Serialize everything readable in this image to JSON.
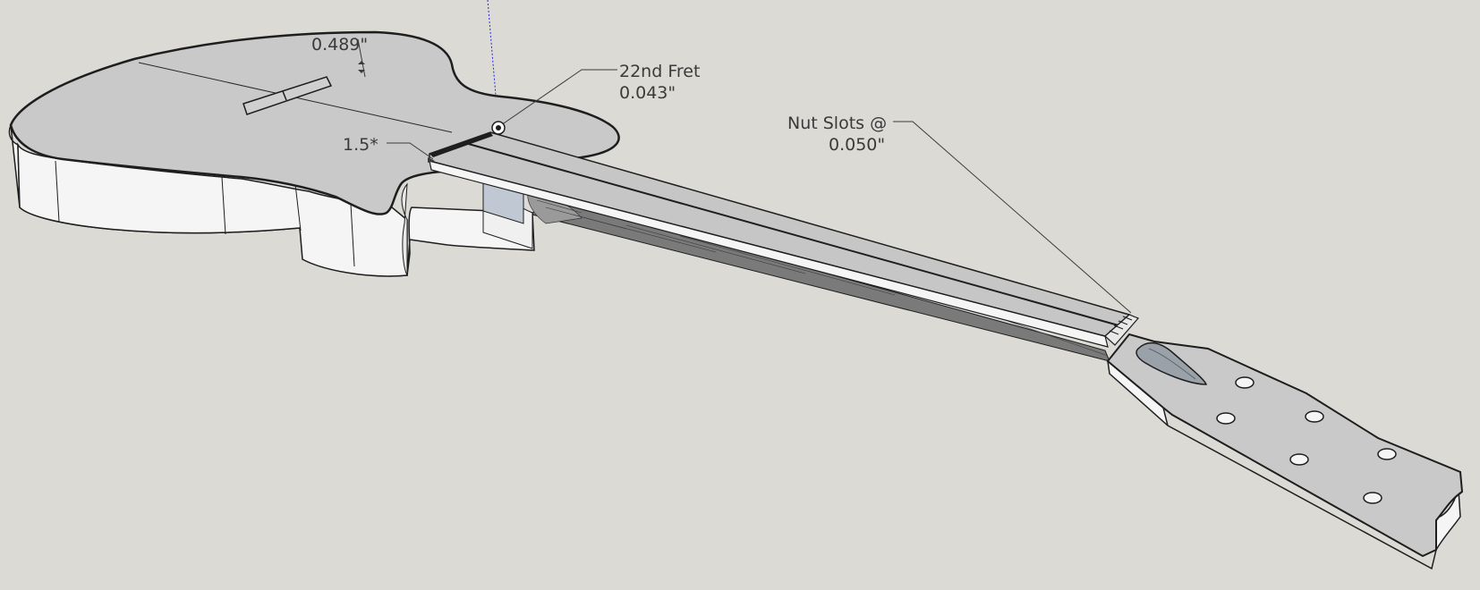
{
  "viewport": {
    "background_color": "#dcdad5",
    "model_face_color": "#c9c9c9",
    "model_side_color": "#f4f4f4",
    "edge_color": "#1e1e1e"
  },
  "annotations": {
    "depth_dimension": "0.489\"",
    "angle_dimension": "1.5*",
    "fret_label_line1": "22nd Fret",
    "fret_label_line2": "0.043\"",
    "nut_label_line1": "Nut Slots @",
    "nut_label_line2": "0.050\""
  },
  "icons": {
    "inference_point": "inference-point-icon",
    "blue_axis": "blue-axis-line"
  }
}
